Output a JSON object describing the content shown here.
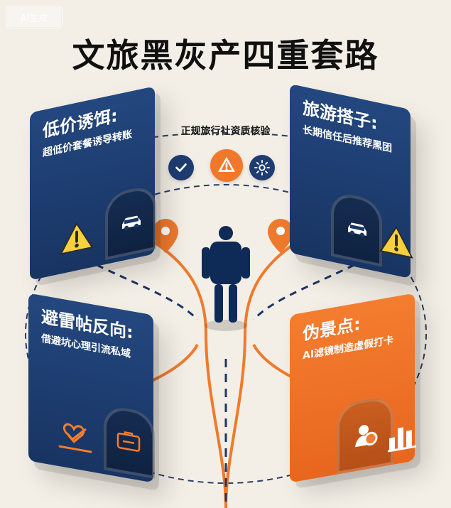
{
  "watermark": "AI生成",
  "title": "文旅黑灰产四重套路",
  "center_label": "正规旅行社资质核验",
  "panels": [
    {
      "title": "低价诱饵:",
      "subtitle": "超低价套餐诱导转账"
    },
    {
      "title": "旅游搭子:",
      "subtitle": "长期信任后推荐黑团"
    },
    {
      "title": "避雷帖反向:",
      "subtitle": "借避坑心理引流私域"
    },
    {
      "title": "伪景点:",
      "subtitle": "AI滤镜制造虚假打卡"
    }
  ],
  "colors": {
    "bg": "#f4efe6",
    "navy": "#1f3c72",
    "orange": "#f1782a",
    "line_orange": "#ef7a2d",
    "line_navy": "#1b3566",
    "dash": "#2f4a7a"
  },
  "icons": {
    "tl": [
      "car-icon",
      "warning-icon"
    ],
    "tr": [
      "car-icon",
      "warning-icon"
    ],
    "bl": [
      "heart-icon",
      "suitcase-icon"
    ],
    "br": [
      "person-icon",
      "chart-icon"
    ],
    "center": [
      "badge-check-icon",
      "badge-alert-icon",
      "badge-gear-icon",
      "location-pin-icon"
    ]
  }
}
